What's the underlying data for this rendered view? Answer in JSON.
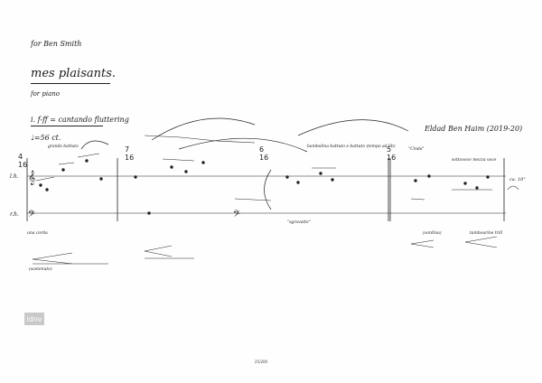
{
  "header": {
    "dedication": "for Ben Smith",
    "title": "mes plaisants.",
    "subtitle": "for piano",
    "section_marking": "i. f-ff = cantando fluttering",
    "tempo": "♩=56 ct.",
    "composer_date": "Eldad Ben Haim (2019-20)"
  },
  "annotations": {
    "a": "grands battuto",
    "b": "bambolina battuto e battuto (tempo ad lib)",
    "c": "\"Cinda\"",
    "d": "sottovoce mezza voce",
    "e": "\"sgravatto\"",
    "f": "(sordina)",
    "g": "tambourine trill",
    "h": "(sostenuto)",
    "i": "una corda",
    "lh_label": "l.h.",
    "rh_label": "r.h.",
    "reverse": "ca. 10\""
  },
  "watermark": "idnv",
  "page_number": "25/200"
}
